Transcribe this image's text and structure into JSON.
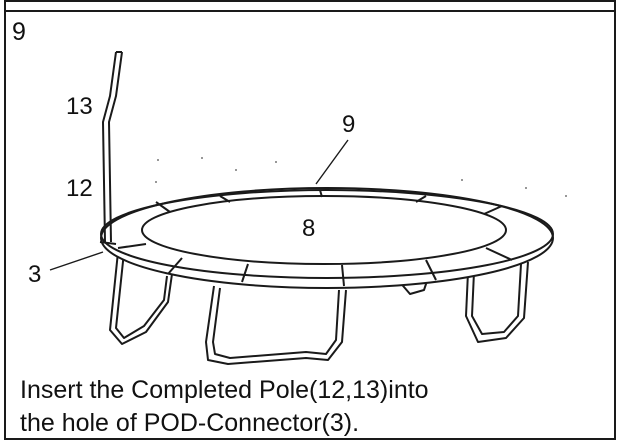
{
  "step": {
    "number": "9"
  },
  "labels": {
    "pole_top": "13",
    "pole_bottom": "12",
    "pad": "9",
    "mat": "8",
    "connector": "3"
  },
  "instruction": {
    "line1": "Insert the Completed Pole(12,13)into",
    "line2": "the hole of POD-Connector(3)."
  }
}
